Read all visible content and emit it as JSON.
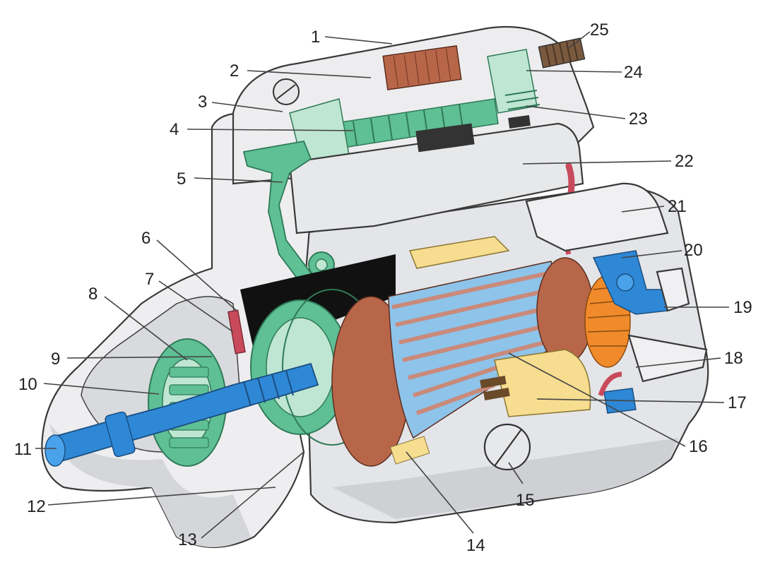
{
  "callouts": [
    {
      "num": "1"
    },
    {
      "num": "2"
    },
    {
      "num": "3"
    },
    {
      "num": "4"
    },
    {
      "num": "5"
    },
    {
      "num": "6"
    },
    {
      "num": "7"
    },
    {
      "num": "8"
    },
    {
      "num": "9"
    },
    {
      "num": "10"
    },
    {
      "num": "11"
    },
    {
      "num": "12"
    },
    {
      "num": "13"
    },
    {
      "num": "14"
    },
    {
      "num": "15"
    },
    {
      "num": "16"
    },
    {
      "num": "17"
    },
    {
      "num": "18"
    },
    {
      "num": "19"
    },
    {
      "num": "20"
    },
    {
      "num": "21"
    },
    {
      "num": "22"
    },
    {
      "num": "23"
    },
    {
      "num": "24"
    },
    {
      "num": "25"
    }
  ],
  "colors": {
    "housing": "#e9e9eb",
    "housing_shadow": "#c9cacd",
    "green_parts": "#5fbf95",
    "green_light": "#bfe6d2",
    "blue_parts": "#2e88d6",
    "coil_copper": "#b8664a",
    "armature_blue": "#8ec3ea",
    "brush_orange": "#f08a2a",
    "brush_yellow": "#f6dd8f",
    "cable_red": "#c94a5a"
  }
}
